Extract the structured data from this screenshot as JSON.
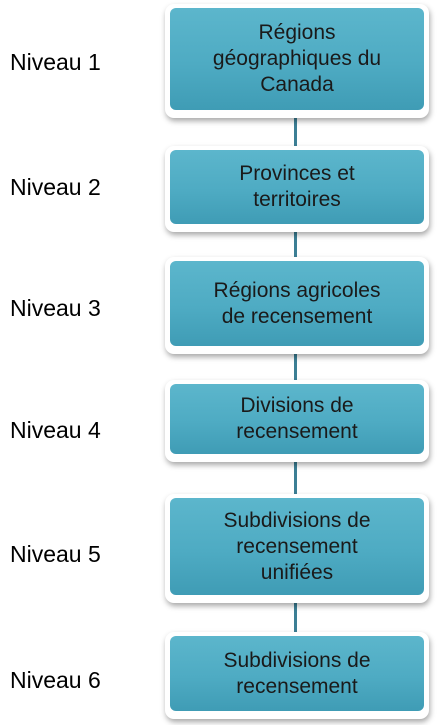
{
  "colors": {
    "box_fill": "#4eabc3",
    "connector": "#3c7f95",
    "text": "#1a1a1a"
  },
  "levels": [
    {
      "label": "Niveau 1",
      "box_lines": [
        "Régions",
        "géographiques du",
        "Canada"
      ]
    },
    {
      "label": "Niveau 2",
      "box_lines": [
        "Provinces et",
        "territoires"
      ]
    },
    {
      "label": "Niveau 3",
      "box_lines": [
        "Régions agricoles",
        "de recensement"
      ]
    },
    {
      "label": "Niveau 4",
      "box_lines": [
        "Divisions de",
        "recensement"
      ]
    },
    {
      "label": "Niveau 5",
      "box_lines": [
        "Subdivisions de",
        "recensement",
        "unifiées"
      ]
    },
    {
      "label": "Niveau 6",
      "box_lines": [
        "Subdivisions de",
        "recensement"
      ]
    }
  ]
}
